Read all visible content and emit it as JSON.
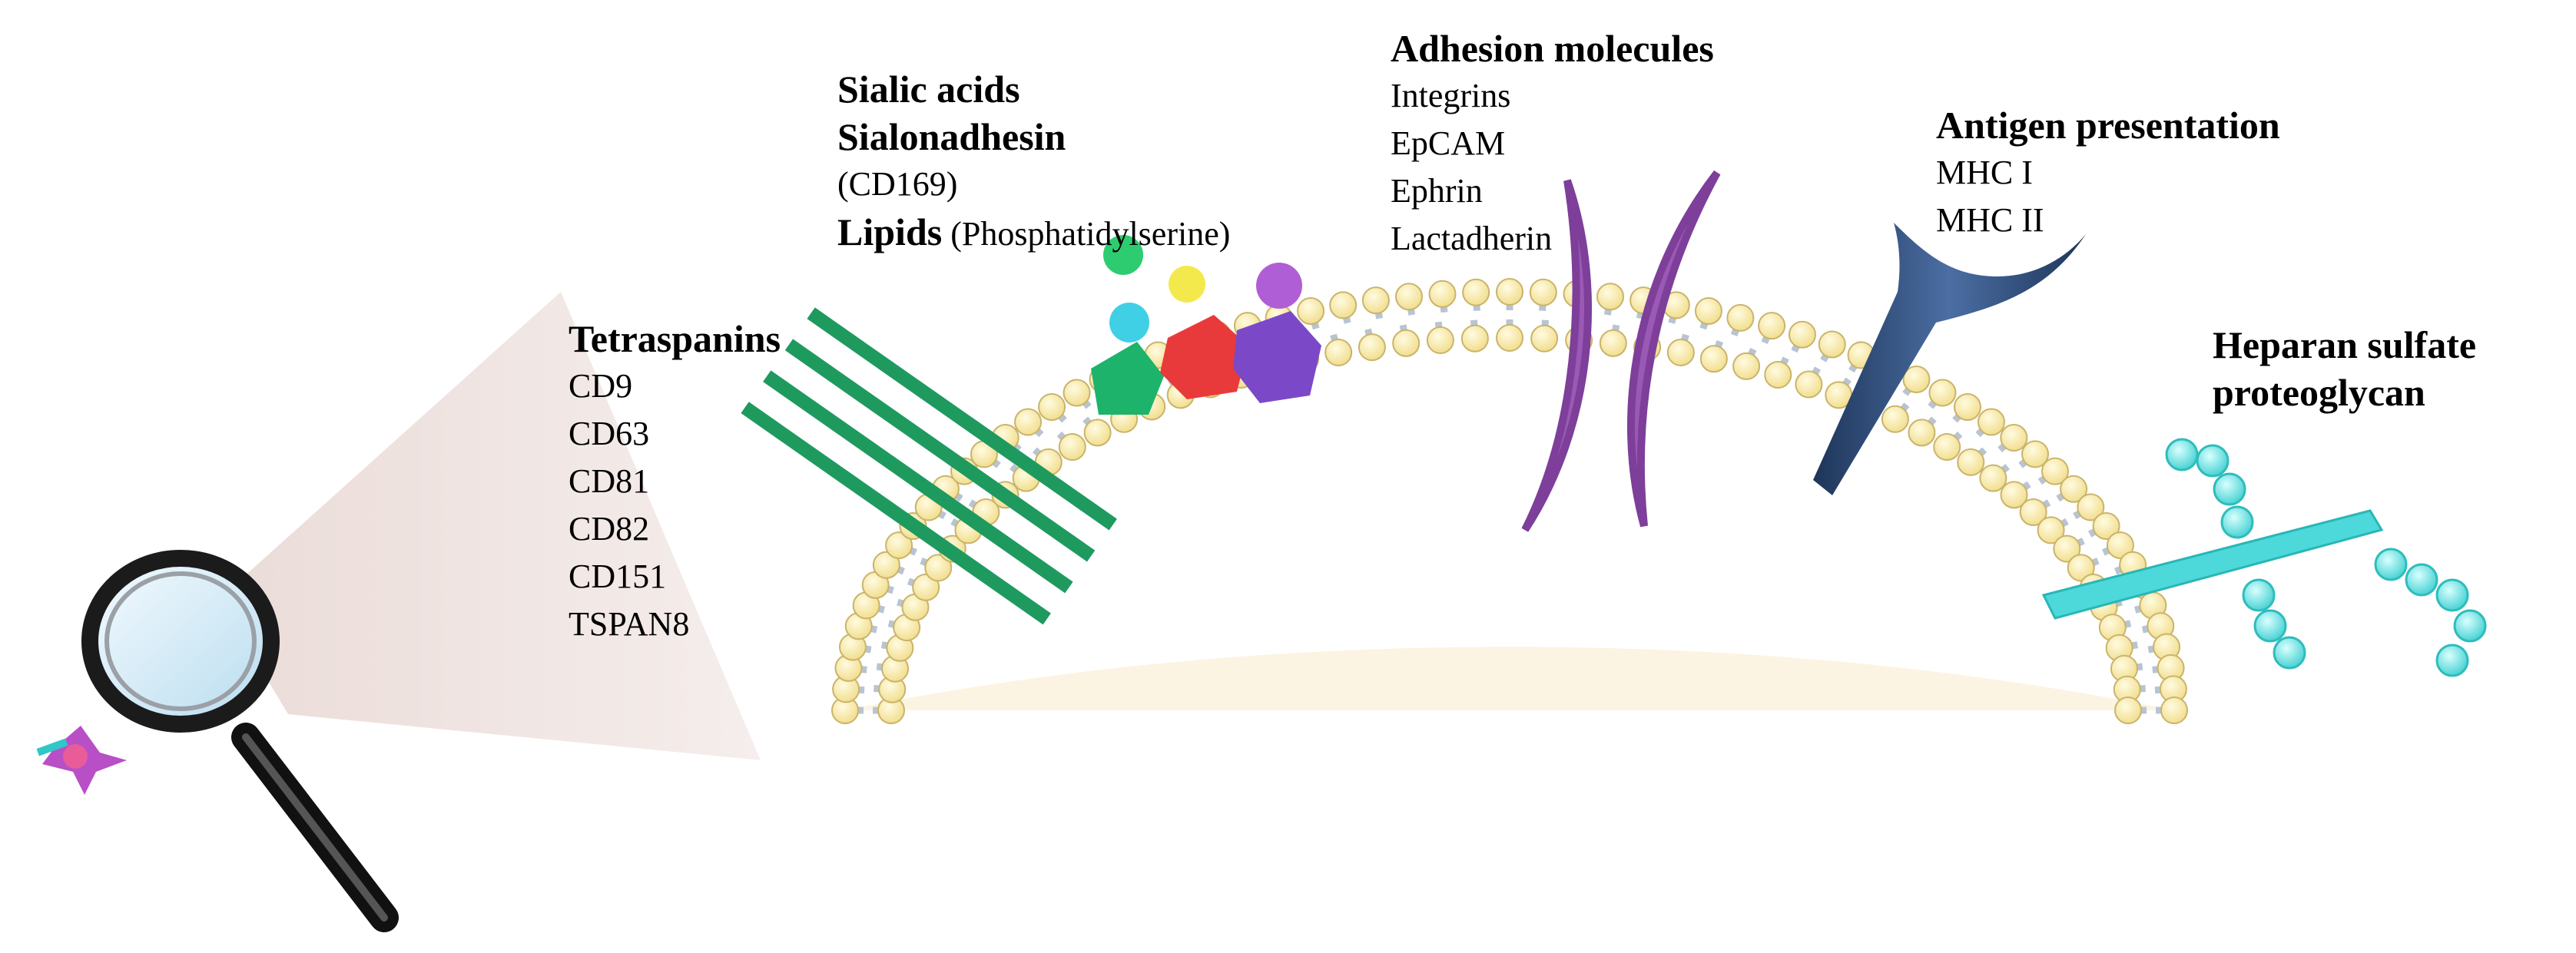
{
  "colors": {
    "vesicle_interior": "#fcf4e2",
    "lipid_head": "#f9e79f",
    "lipid_head_edge": "#c9b46a",
    "lipid_tail": "#b9c4d2",
    "tetraspanin": "#1f9a5f",
    "adhesion": "#9b59b6",
    "mhc": "#2c4a7a",
    "heparan": "#4dd9d9",
    "cone": "#efe4e1",
    "magnifier_lens": "#dff2fb",
    "magnifier_frame": "#222222"
  },
  "icons": [
    "magnifying-glass-icon",
    "exosome-particle-icon"
  ],
  "labels": {
    "tetraspanins": {
      "title": "Tetraspanins",
      "items": [
        "CD9",
        "CD63",
        "CD81",
        "CD82",
        "CD151",
        "TSPAN8"
      ]
    },
    "sialic": {
      "line1": "Sialic acids",
      "line2": "Sialonadhesin",
      "line3": "(CD169)",
      "lipids_bold": "Lipids",
      "lipids_sub": " (Phosphatidylserine)"
    },
    "adhesion": {
      "title": "Adhesion molecules",
      "items": [
        "Integrins",
        "EpCAM",
        "Ephrin",
        "Lactadherin"
      ]
    },
    "antigen": {
      "title": "Antigen presentation",
      "items": [
        "MHC I",
        "MHC II"
      ]
    },
    "heparan": {
      "line1": "Heparan sulfate",
      "line2": "proteoglycan"
    }
  }
}
